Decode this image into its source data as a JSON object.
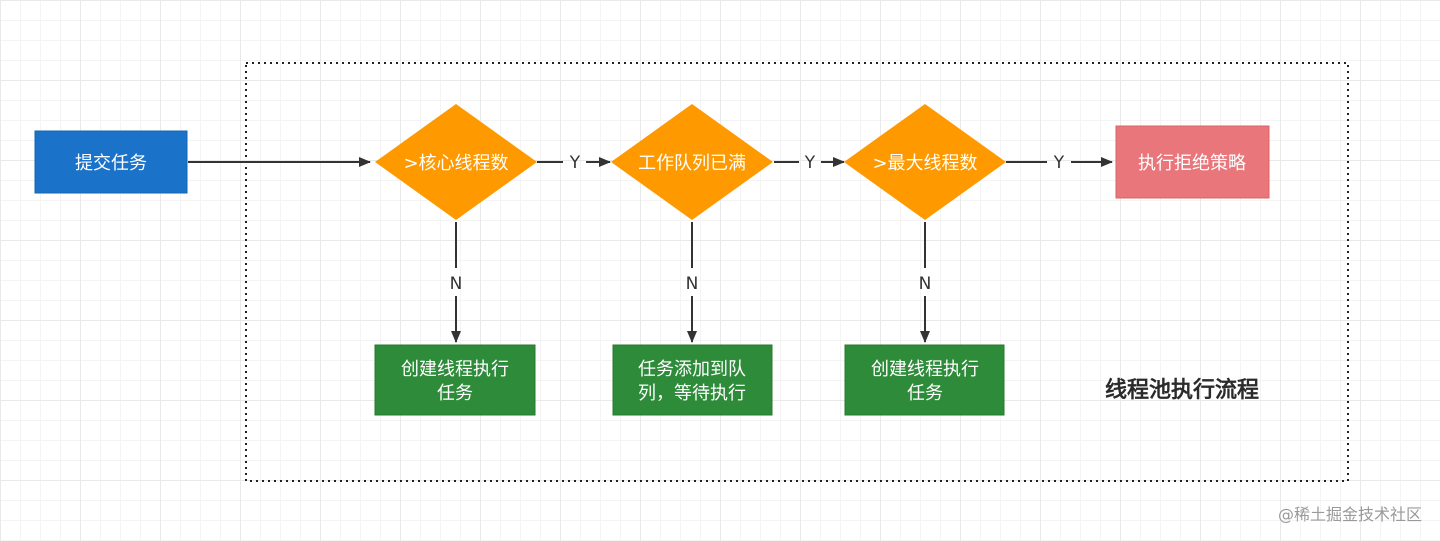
{
  "colors": {
    "start": "#1a73c8",
    "decision": "#ff9900",
    "action": "#2e8b3a",
    "reject": "#e8767b",
    "edge": "#333333"
  },
  "nodes": {
    "submit_task": "提交任务",
    "decision_core": ">核心线程数",
    "decision_queue": "工作队列已满",
    "decision_max": ">最大线程数",
    "reject": "执行拒绝策略",
    "create_core_line1": "创建线程执行",
    "create_core_line2": "任务",
    "enqueue_line1": "任务添加到队",
    "enqueue_line2": "列，等待执行",
    "create_max_line1": "创建线程执行",
    "create_max_line2": "任务"
  },
  "edge_labels": {
    "core_yes": "Y",
    "queue_yes": "Y",
    "max_yes": "Y",
    "core_no": "N",
    "queue_no": "N",
    "max_no": "N"
  },
  "title": "线程池执行流程",
  "watermark": "@稀土掘金技术社区"
}
